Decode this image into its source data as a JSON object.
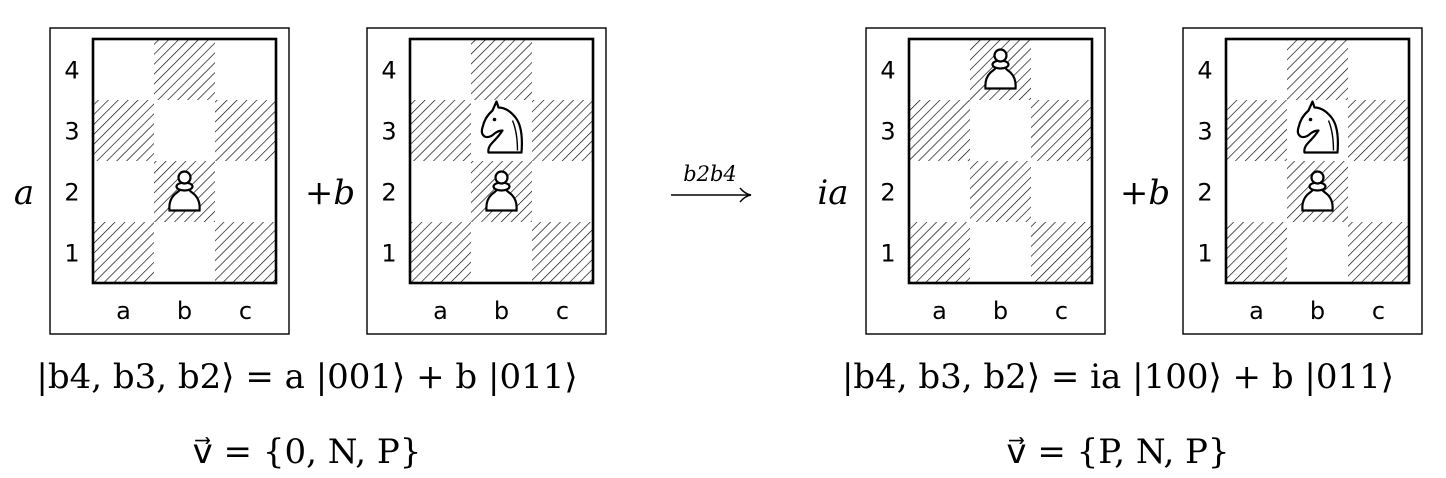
{
  "boards": [
    {
      "coef": "a",
      "ranks": [
        "4",
        "3",
        "2",
        "1"
      ],
      "files": [
        "a",
        "b",
        "c"
      ],
      "pieces": [
        {
          "square": "b2",
          "piece": "pawn"
        }
      ]
    },
    {
      "coef": "+b",
      "ranks": [
        "4",
        "3",
        "2",
        "1"
      ],
      "files": [
        "a",
        "b",
        "c"
      ],
      "pieces": [
        {
          "square": "b3",
          "piece": "knight"
        },
        {
          "square": "b2",
          "piece": "pawn"
        }
      ]
    },
    {
      "coef": "ia",
      "ranks": [
        "4",
        "3",
        "2",
        "1"
      ],
      "files": [
        "a",
        "b",
        "c"
      ],
      "pieces": [
        {
          "square": "b4",
          "piece": "pawn"
        }
      ]
    },
    {
      "coef": "+b",
      "ranks": [
        "4",
        "3",
        "2",
        "1"
      ],
      "files": [
        "a",
        "b",
        "c"
      ],
      "pieces": [
        {
          "square": "b3",
          "piece": "knight"
        },
        {
          "square": "b2",
          "piece": "pawn"
        }
      ]
    }
  ],
  "arrow": {
    "label": "b2b4"
  },
  "left": {
    "state": "|b4, b3, b2⟩ = a |001⟩ + b |011⟩",
    "vector": "v⃗ = {0, N, P}"
  },
  "right": {
    "state": "|b4, b3, b2⟩ = ia |100⟩ + b |011⟩",
    "vector": "v⃗ = {P, N, P}"
  }
}
